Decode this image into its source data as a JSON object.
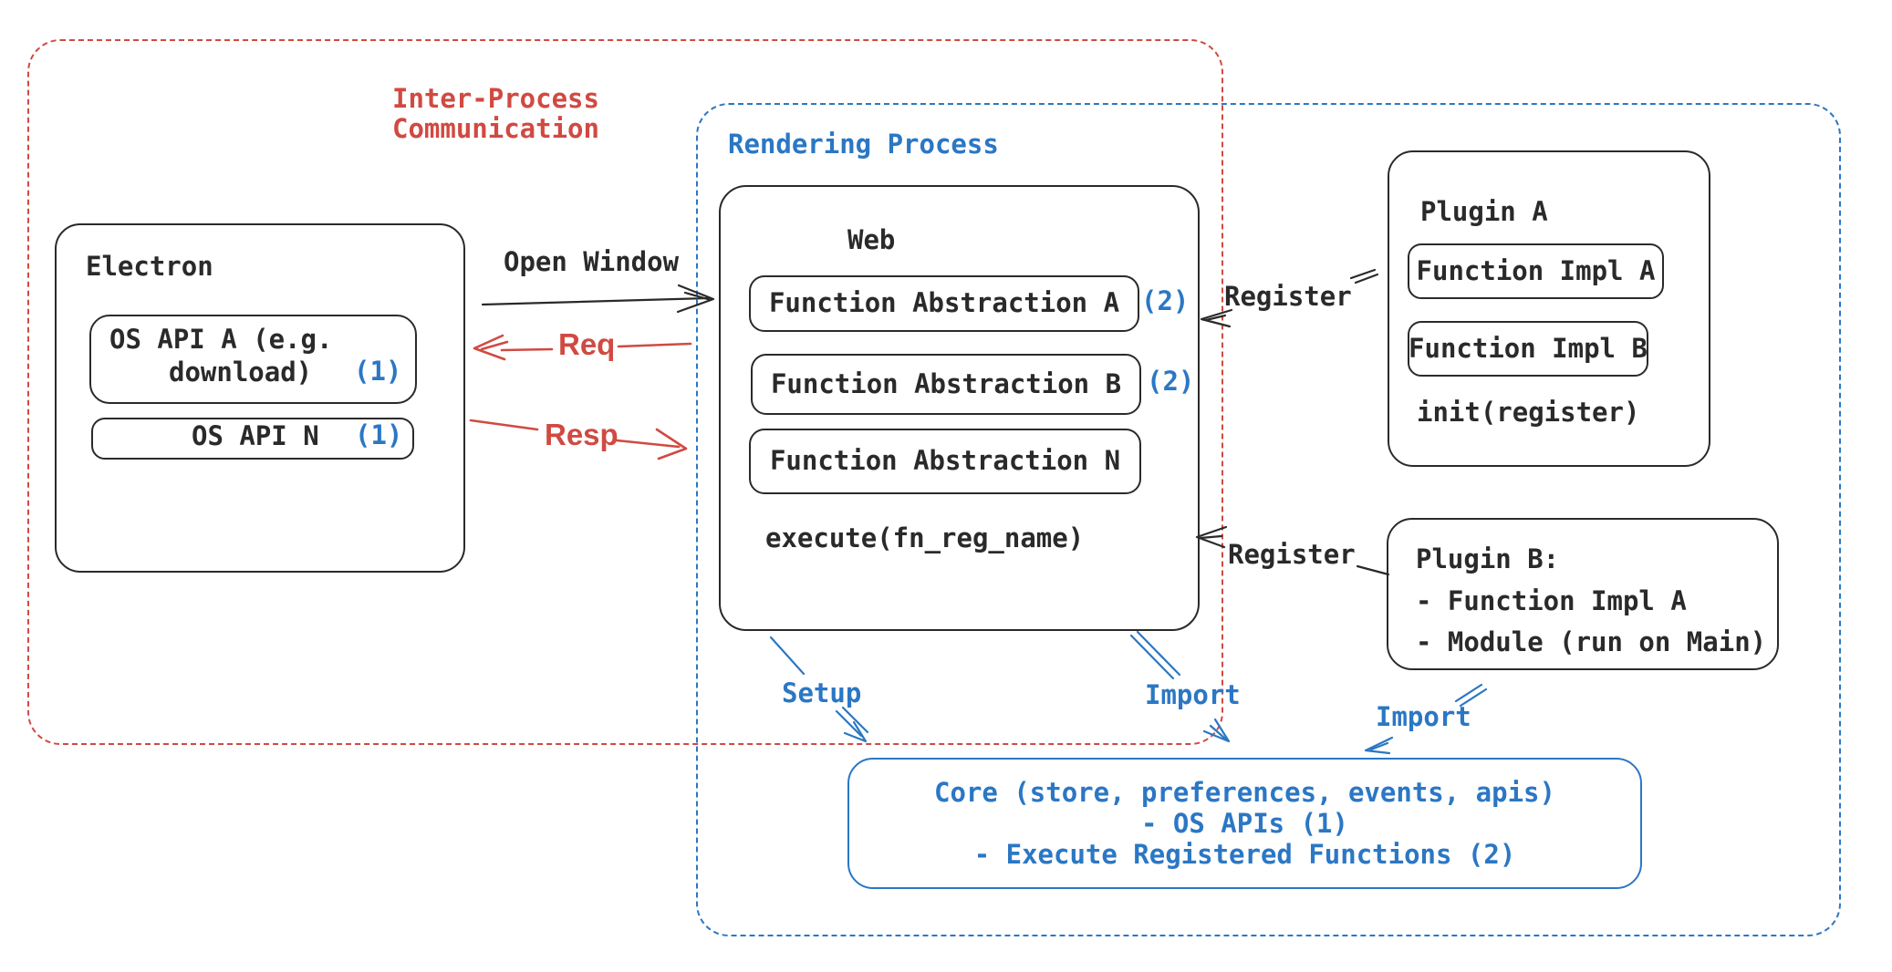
{
  "colors": {
    "red": "#d04a42",
    "blue": "#2b77c4",
    "ink": "#2a2a2a"
  },
  "ipc": {
    "line1": "Inter-Process",
    "line2": "Communication"
  },
  "rendering_process": {
    "label": "Rendering Process"
  },
  "electron": {
    "title": "Electron",
    "os_api_a": {
      "line1": "OS API A (e.g.",
      "line2": "download)",
      "badge": "(1)"
    },
    "os_api_n": {
      "label": "OS API N",
      "badge": "(1)"
    }
  },
  "web": {
    "title": "Web",
    "fn_abs_a": "Function Abstraction A",
    "fn_abs_a_badge": "(2)",
    "fn_abs_b": "Function Abstraction B",
    "fn_abs_b_badge": "(2)",
    "fn_abs_n": "Function Abstraction N",
    "execute": "execute(fn_reg_name)"
  },
  "plugin_a": {
    "title": "Plugin A",
    "impl_a": "Function Impl A",
    "impl_b": "Function Impl B",
    "init": "init(register)"
  },
  "plugin_b": {
    "title": "Plugin B:",
    "item1": "- Function Impl A",
    "item2": "- Module (run on Main)"
  },
  "core": {
    "line1": "Core (store, preferences, events, apis)",
    "line2": "- OS APIs (1)",
    "line3": "- Execute Registered Functions (2)"
  },
  "arrows": {
    "open_window": "Open Window",
    "req": "Req",
    "resp": "Resp",
    "register_top": "Register",
    "register_bottom": "Register",
    "setup": "Setup",
    "import_web": "Import",
    "import_plugin": "Import"
  }
}
